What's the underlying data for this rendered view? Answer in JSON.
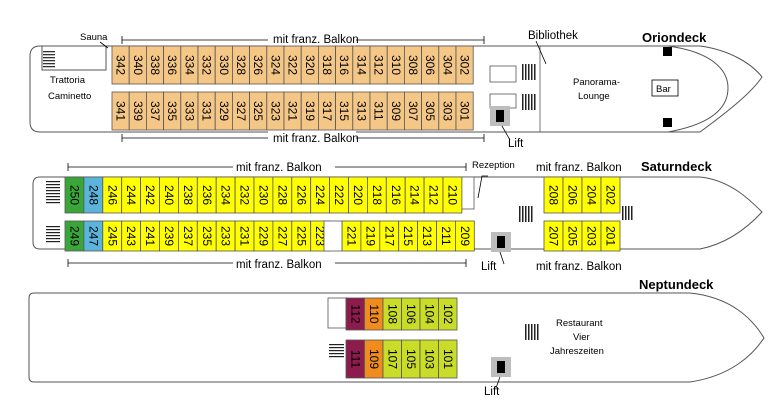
{
  "decks": [
    {
      "name": "Oriondeck",
      "balcony_top_label": "mit franz. Balkon",
      "balcony_bottom_label": "mit franz. Balkon",
      "sauna_label": "Sauna",
      "restaurant_line1": "Trattoria",
      "restaurant_line2": "Caminetto",
      "library_label": "Bibliothek",
      "lounge_line1": "Panorama-",
      "lounge_line2": "Lounge",
      "bar_label": "Bar",
      "lift_label": "Lift",
      "top_row": [
        "342",
        "340",
        "338",
        "336",
        "334",
        "332",
        "330",
        "328",
        "326",
        "324",
        "322",
        "320",
        "318",
        "316",
        "314",
        "312",
        "310",
        "308",
        "306",
        "304",
        "302"
      ],
      "bottom_row": [
        "341",
        "339",
        "337",
        "335",
        "333",
        "331",
        "329",
        "327",
        "325",
        "323",
        "321",
        "319",
        "317",
        "315",
        "313",
        "311",
        "309",
        "307",
        "305",
        "303",
        "301"
      ]
    },
    {
      "name": "Saturndeck",
      "balcony_top_left_label": "mit franz. Balkon",
      "balcony_bottom_left_label": "mit franz. Balkon",
      "balcony_top_right_label": "mit franz. Balkon",
      "balcony_bottom_right_label": "mit franz. Balkon",
      "reception_label": "Rezeption",
      "lift_label": "Lift",
      "top_row": [
        "250",
        "248",
        "246",
        "244",
        "242",
        "240",
        "238",
        "236",
        "234",
        "232",
        "230",
        "228",
        "226",
        "224",
        "222",
        "220",
        "218",
        "216",
        "214",
        "212",
        "210"
      ],
      "bottom_row": [
        "249",
        "247",
        "245",
        "243",
        "241",
        "239",
        "237",
        "235",
        "233",
        "231",
        "229",
        "227",
        "225",
        "223",
        "221",
        "219",
        "217",
        "215",
        "213",
        "211",
        "209"
      ],
      "top_right": [
        "208",
        "206",
        "204",
        "202"
      ],
      "bottom_right": [
        "207",
        "205",
        "203",
        "201"
      ]
    },
    {
      "name": "Neptundeck",
      "restaurant_line1": "Restaurant",
      "restaurant_line2": "Vier",
      "restaurant_line3": "Jahreszeiten",
      "lift_label": "Lift",
      "top_row": [
        "112",
        "110",
        "108",
        "106",
        "104",
        "102"
      ],
      "bottom_row": [
        "111",
        "109",
        "107",
        "105",
        "103",
        "101"
      ]
    }
  ],
  "category_colors": {
    "orion_cabin": "#f5c787",
    "saturn_cabin": "#ffff00",
    "saturn_green": "#3aa63a",
    "saturn_blue": "#5ab4dc",
    "neptun_purple": "#8b1c4b",
    "neptun_orange": "#f08c1e",
    "neptun_lime": "#c8dc28"
  }
}
